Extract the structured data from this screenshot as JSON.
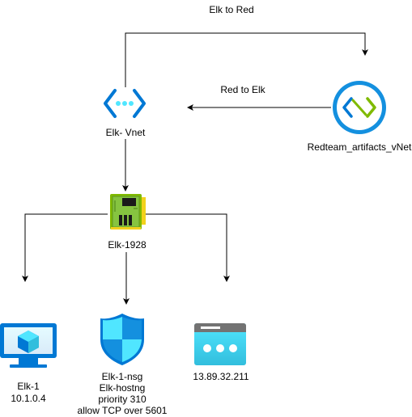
{
  "edges": {
    "elk_to_red": "Elk to Red",
    "red_to_elk": "Red to Elk"
  },
  "nodes": {
    "elk_vnet": {
      "label": "Elk- Vnet",
      "icon": "virtual-network-icon"
    },
    "redteam_vnet": {
      "label": "Redteam_artifacts_vNet",
      "icon": "vnet-peering-icon"
    },
    "nic": {
      "label": "Elk-1928",
      "icon": "network-interface-icon"
    },
    "vm": {
      "name": "Elk-1",
      "ip": "10.1.0.4",
      "icon": "virtual-machine-icon"
    },
    "nsg": {
      "lines": [
        "Elk-1-nsg",
        "Elk-hostng",
        "priority 310",
        "allow TCP over 5601"
      ],
      "icon": "network-security-group-icon"
    },
    "public_ip": {
      "label": "13.89.32.211",
      "icon": "public-ip-icon"
    }
  },
  "colors": {
    "azure_blue": "#0078D4",
    "azure_light": "#50E6FF",
    "nic_green": "#7FBA00",
    "peering_green": "#7FBA00",
    "line": "#000000"
  }
}
